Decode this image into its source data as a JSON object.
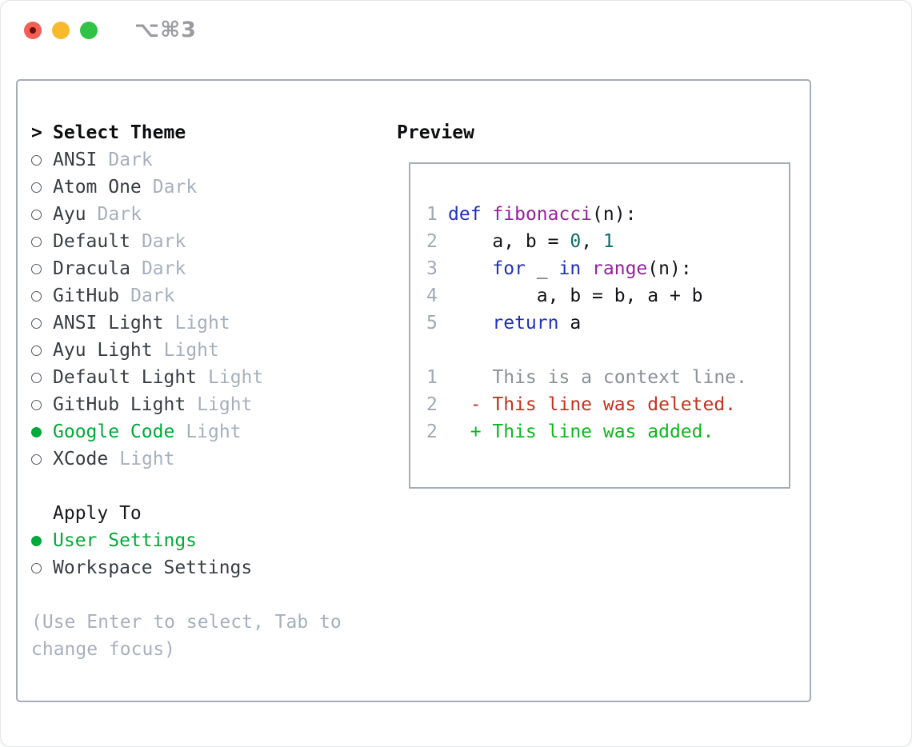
{
  "window": {
    "title": "⌥⌘3"
  },
  "left": {
    "header": "Select Theme",
    "cursor": ">",
    "themes": [
      {
        "name": "ANSI",
        "variant": "Dark",
        "selected": false
      },
      {
        "name": "Atom One",
        "variant": "Dark",
        "selected": false
      },
      {
        "name": "Ayu",
        "variant": "Dark",
        "selected": false
      },
      {
        "name": "Default",
        "variant": "Dark",
        "selected": false
      },
      {
        "name": "Dracula",
        "variant": "Dark",
        "selected": false
      },
      {
        "name": "GitHub",
        "variant": "Dark",
        "selected": false
      },
      {
        "name": "ANSI Light",
        "variant": "Light",
        "selected": false
      },
      {
        "name": "Ayu Light",
        "variant": "Light",
        "selected": false
      },
      {
        "name": "Default Light",
        "variant": "Light",
        "selected": false
      },
      {
        "name": "GitHub Light",
        "variant": "Light",
        "selected": false
      },
      {
        "name": "Google Code",
        "variant": "Light",
        "selected": true
      },
      {
        "name": "XCode",
        "variant": "Light",
        "selected": false
      }
    ],
    "apply_header": "Apply To",
    "apply_options": [
      {
        "name": "User Settings",
        "selected": true
      },
      {
        "name": "Workspace Settings",
        "selected": false
      }
    ],
    "help": "(Use Enter to select, Tab to\nchange focus)"
  },
  "preview": {
    "header": "Preview",
    "code_lines": [
      {
        "num": "1",
        "segments": [
          {
            "text": "def",
            "color": "keyword"
          },
          {
            "text": " ",
            "color": "plain"
          },
          {
            "text": "fibonacci",
            "color": "type"
          },
          {
            "text": "(n):",
            "color": "plain"
          }
        ]
      },
      {
        "num": "2",
        "segments": [
          {
            "text": "    a, b = ",
            "color": "plain"
          },
          {
            "text": "0",
            "color": "literal"
          },
          {
            "text": ", ",
            "color": "plain"
          },
          {
            "text": "1",
            "color": "literal"
          }
        ]
      },
      {
        "num": "3",
        "segments": [
          {
            "text": "    ",
            "color": "plain"
          },
          {
            "text": "for",
            "color": "keyword"
          },
          {
            "text": " _ ",
            "color": "plain"
          },
          {
            "text": "in",
            "color": "keyword"
          },
          {
            "text": " ",
            "color": "plain"
          },
          {
            "text": "range",
            "color": "type"
          },
          {
            "text": "(n):",
            "color": "plain"
          }
        ]
      },
      {
        "num": "4",
        "segments": [
          {
            "text": "        a, b = b, a + b",
            "color": "plain"
          }
        ]
      },
      {
        "num": "5",
        "segments": [
          {
            "text": "    ",
            "color": "plain"
          },
          {
            "text": "return",
            "color": "keyword"
          },
          {
            "text": " a",
            "color": "plain"
          }
        ]
      }
    ],
    "diff_lines": [
      {
        "num": "1",
        "text": "    This is a context line.",
        "kind": "context"
      },
      {
        "num": "2",
        "text": "  - This line was deleted.",
        "kind": "deleted"
      },
      {
        "num": "2",
        "text": "  + This line was added.",
        "kind": "added"
      }
    ]
  },
  "colors": {
    "keyword": "#2130c0",
    "type": "#97219e",
    "literal": "#0e6d6d",
    "plain": "#121417",
    "line_number": "#9fa9b6",
    "context": "#8a9097",
    "deleted": "#c23321",
    "added": "#0bb81e",
    "selected": "#00ab3a",
    "item_text": "#383d44",
    "muted": "#a6b0bd"
  }
}
